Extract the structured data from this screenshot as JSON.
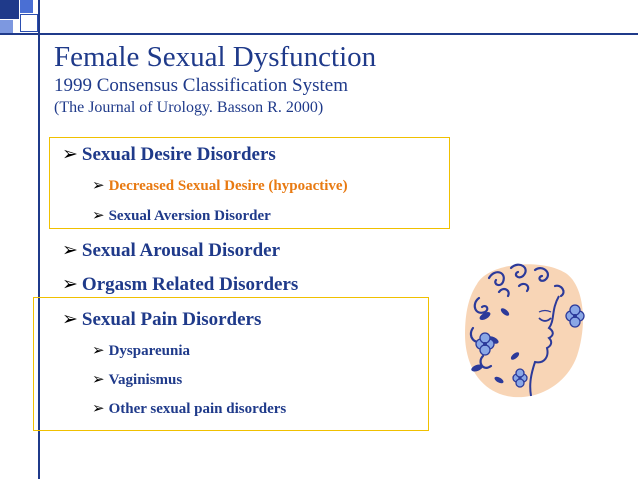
{
  "slide": {
    "title": "Female Sexual Dysfunction",
    "subtitle": "1999 Consensus Classification System",
    "citation": "(The Journal of Urology. Basson R.  2000)"
  },
  "bullet_glyph": "➢",
  "items": [
    {
      "label": "Sexual Desire Disorders",
      "level": 1
    },
    {
      "label": "Decreased Sexual Desire (hypoactive)",
      "level": 2,
      "color": "#e87a12"
    },
    {
      "label": "Sexual Aversion Disorder",
      "level": 2
    },
    {
      "label": "Sexual Arousal Disorder",
      "level": 1
    },
    {
      "label": "Orgasm Related Disorders",
      "level": 1
    },
    {
      "label": "Sexual Pain Disorders",
      "level": 1
    },
    {
      "label": "Dyspareunia",
      "level": 2
    },
    {
      "label": "Vaginismus",
      "level": 2
    },
    {
      "label": "Other sexual pain disorders",
      "level": 2
    }
  ],
  "colors": {
    "title": "#1f3a8a",
    "highlight_box": "#f0c000",
    "accent": "#e87a12"
  },
  "illustration": "woman-face-with-flowers-illustration"
}
